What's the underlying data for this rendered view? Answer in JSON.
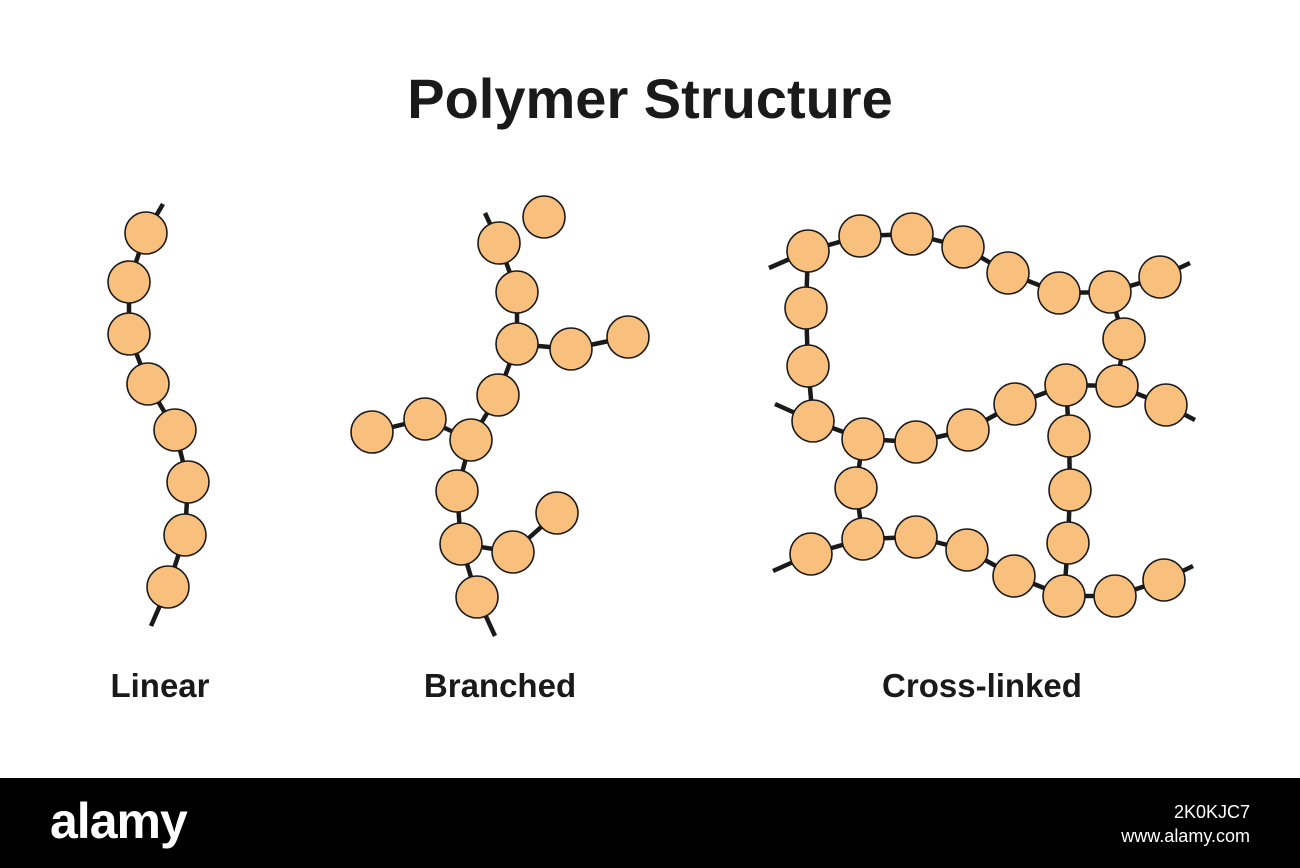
{
  "title": "Polymer Structure",
  "colors": {
    "bead_fill": "#F9BF7C",
    "outline": "#1a1a1a",
    "footer_bg": "#000000",
    "footer_text": "#ffffff"
  },
  "structures": [
    {
      "id": "linear",
      "label": "Linear"
    },
    {
      "id": "branched",
      "label": "Branched"
    },
    {
      "id": "crosslinked",
      "label": "Cross-linked"
    }
  ],
  "watermark": {
    "logo": "alamy",
    "image_code": "2K0KJC7",
    "site": "www.alamy.com"
  }
}
